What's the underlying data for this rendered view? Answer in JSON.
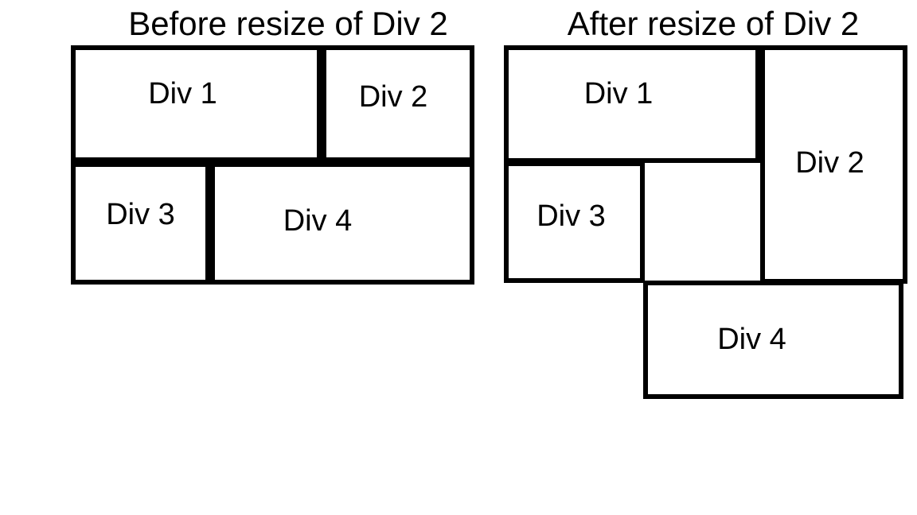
{
  "colors": {
    "background": "#ffffff",
    "stroke": "#000000",
    "text": "#000000"
  },
  "diagrams": [
    {
      "title": "Before resize of Div 2",
      "boxes": [
        {
          "label": "Div 1"
        },
        {
          "label": "Div 2"
        },
        {
          "label": "Div 3"
        },
        {
          "label": "Div 4"
        }
      ]
    },
    {
      "title": "After resize of Div 2",
      "boxes": [
        {
          "label": "Div 1"
        },
        {
          "label": "Div 2"
        },
        {
          "label": "Div 3"
        },
        {
          "label": "Div 4"
        }
      ]
    }
  ]
}
